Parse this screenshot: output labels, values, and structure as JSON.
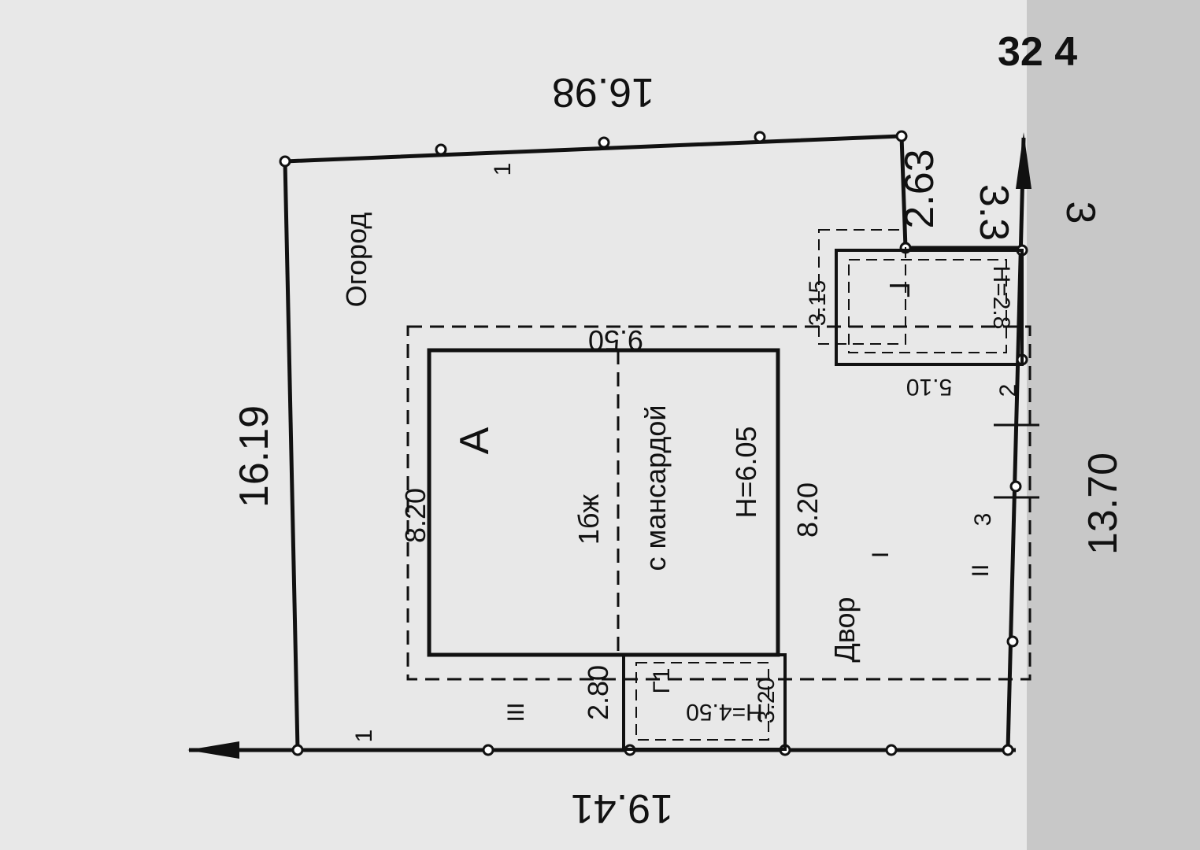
{
  "plan": {
    "top_cut_text": "32 4",
    "boundary": {
      "left_length": "16.19",
      "top_length": "16.98",
      "right_length": "13.70",
      "bottom_length": "19.41",
      "corner_offset": "2.63",
      "wall_type_top": "1",
      "wall_type_left": "1",
      "wall_type_right": "2",
      "wall_type_right_3": "3"
    },
    "zones": {
      "garden": "Огород",
      "yard": "Двор",
      "yard_mark": "I",
      "gate_mark_left": "III",
      "gate_mark_right": "II",
      "gate_mark_top": "3"
    },
    "house": {
      "letter": "А",
      "material": "1бж",
      "note": "с мансардой",
      "height": "Н=6.05",
      "length_outer": "9.50",
      "width_left": "8.20",
      "width_right": "8.20"
    },
    "annex_g1": {
      "label": "Г1",
      "height": "Н=4.50",
      "dim_a": "2.80",
      "dim_b": "3.20"
    },
    "garage_g": {
      "label": "Г",
      "height": "Н=2.8",
      "dim_a": "3.15",
      "dim_b": "5.10",
      "dim_c": "3.3"
    }
  }
}
